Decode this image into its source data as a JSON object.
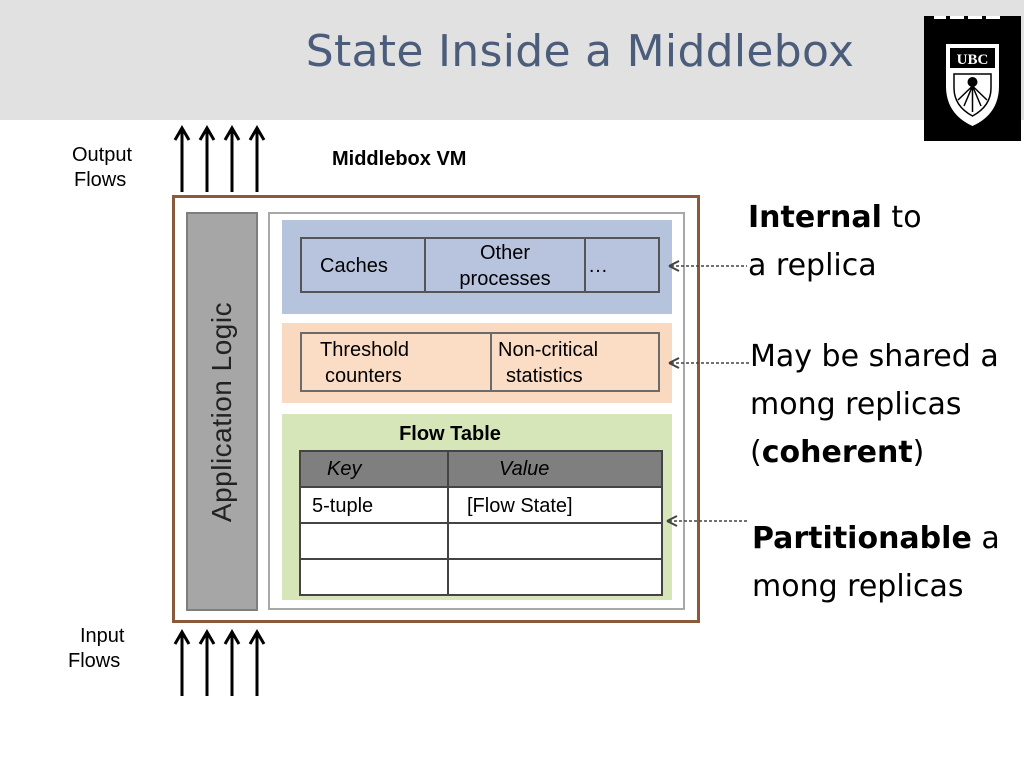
{
  "slide": {
    "title": "State Inside a Middlebox"
  },
  "diagram": {
    "output_flows": [
      "Output",
      "Flows"
    ],
    "input_flows": [
      "Input",
      "Flows"
    ],
    "vm_title": "Middlebox VM",
    "application_logic": "Application Logic",
    "internal_row": {
      "caches": "Caches",
      "other_processes": [
        "Other",
        "processes"
      ],
      "ellipsis": "…"
    },
    "shared_row": {
      "threshold": [
        "Threshold",
        "counters"
      ],
      "noncritical": [
        "Non-critical",
        "statistics"
      ]
    },
    "flow_table": {
      "title": "Flow Table",
      "col_key": "Key",
      "col_value": "Value",
      "row1_key": "5-tuple",
      "row1_value": "[Flow State]"
    }
  },
  "annotations": {
    "internal": {
      "bold": "Internal",
      "rest1": " to",
      "line2": "a replica"
    },
    "shared": {
      "line1": "May be shared a",
      "line2": "mong replicas",
      "open": "(",
      "bold": "coherent",
      "close": ")"
    },
    "partition": {
      "bold": "Partitionable",
      "rest1": " a",
      "line2": "mong replicas"
    }
  },
  "colors": {
    "title": "#4b5d7a",
    "header_bg": "#e1e1e1",
    "internal_band": "#b6c3dd",
    "shared_band": "#f9d9c0",
    "partition_band": "#d6e6b8",
    "outer_border": "#8a5a3a"
  },
  "logo": {
    "text": "UBC"
  }
}
